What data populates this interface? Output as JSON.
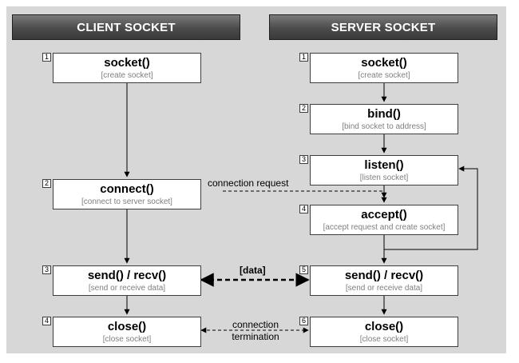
{
  "client": {
    "header": "CLIENT SOCKET",
    "steps": [
      {
        "num": "1",
        "fn": "socket()",
        "desc": "[create socket]"
      },
      {
        "num": "2",
        "fn": "connect()",
        "desc": "[connect to server socket]"
      },
      {
        "num": "3",
        "fn": "send() / recv()",
        "desc": "[send or receive data]"
      },
      {
        "num": "4",
        "fn": "close()",
        "desc": "[close socket]"
      }
    ]
  },
  "server": {
    "header": "SERVER SOCKET",
    "steps": [
      {
        "num": "1",
        "fn": "socket()",
        "desc": "[create socket]"
      },
      {
        "num": "2",
        "fn": "bind()",
        "desc": "[bind socket to address]"
      },
      {
        "num": "3",
        "fn": "listen()",
        "desc": "[listen socket]"
      },
      {
        "num": "4",
        "fn": "accept()",
        "desc": "[accept request and create socket]"
      },
      {
        "num": "5",
        "fn": "send() / recv()",
        "desc": "[send or receive data]"
      },
      {
        "num": "6",
        "fn": "close()",
        "desc": "[close socket]"
      }
    ]
  },
  "labels": {
    "connection_request": "connection request",
    "data": "[data]",
    "termination_line1": "connection",
    "termination_line2": "termination"
  },
  "colors": {
    "background": "#d7d7d7",
    "header_fill": "#4b4b4b",
    "description_text": "#7f7f7f"
  }
}
